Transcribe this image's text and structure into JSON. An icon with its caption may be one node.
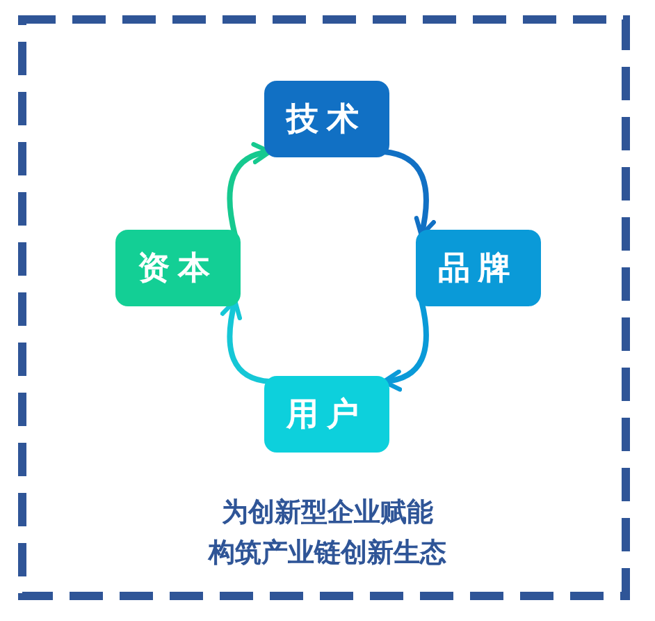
{
  "diagram": {
    "nodes": [
      {
        "text": [
          "技术"
        ]
      },
      {
        "text": [
          "品牌"
        ]
      },
      {
        "text": [
          "用户"
        ]
      },
      {
        "text": [
          "资本"
        ]
      }
    ],
    "edges": [
      {
        "from": 0,
        "to": 1,
        "arrow": "to",
        "color": "#1170c4"
      },
      {
        "from": 1,
        "to": 2,
        "arrow": "to",
        "color": "#0a9ad8"
      },
      {
        "from": 2,
        "to": 3,
        "arrow": "to",
        "color": "#15c7d6"
      },
      {
        "from": 3,
        "to": 0,
        "arrow": "to",
        "color": "#16c98f"
      }
    ],
    "labels": [
      "为创新型企业赋能",
      "构筑产业链创新生态"
    ]
  }
}
